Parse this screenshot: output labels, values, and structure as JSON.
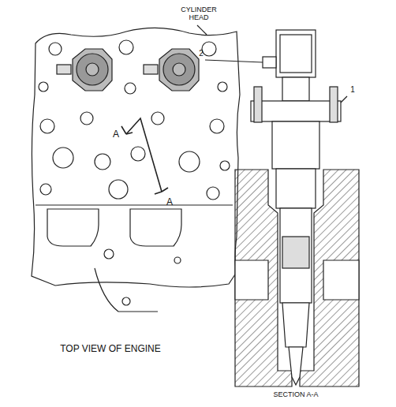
{
  "diagram": {
    "labels": [
      "CYLINDER HEAD",
      "A",
      "A",
      "2",
      "1",
      "TOP VIEW OF ENGINE",
      "SECTION A-A"
    ]
  }
}
